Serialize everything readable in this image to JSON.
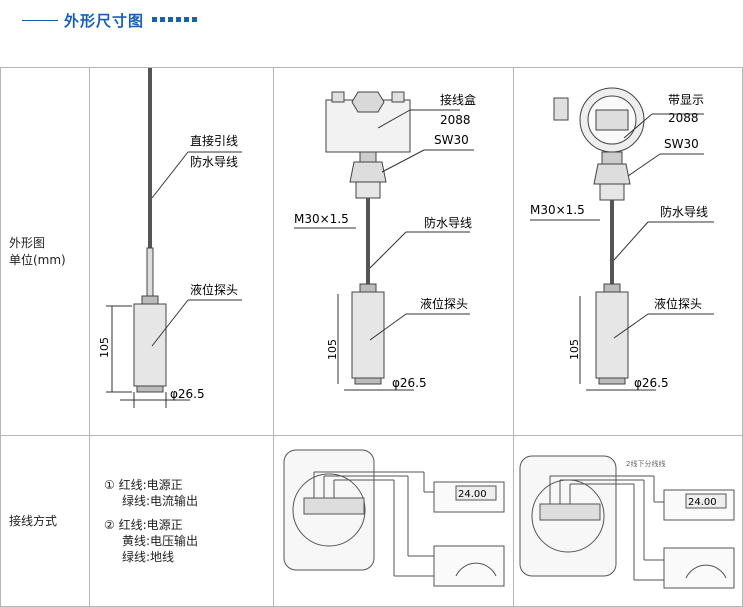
{
  "header": {
    "title": "外形尺寸图"
  },
  "rows": {
    "dimensions": {
      "label_line1": "外形图",
      "label_line2": "单位(mm)"
    },
    "wiring": {
      "label": "接线方式"
    }
  },
  "drawing1": {
    "cable_label_1": "直接引线",
    "cable_label_2": "防水导线",
    "probe_label": "液位探头",
    "length": "105",
    "diameter": "φ26.5"
  },
  "drawing2": {
    "box_label_1": "接线盒",
    "box_label_2": "2088",
    "hex_label": "SW30",
    "thread_label": "M30×1.5",
    "cable_label": "防水导线",
    "probe_label": "液位探头",
    "length": "105",
    "diameter": "φ26.5"
  },
  "drawing3": {
    "box_label_1": "带显示",
    "box_label_2": "2088",
    "hex_label": "SW30",
    "thread_label": "M30×1.5",
    "cable_label": "防水导线",
    "probe_label": "液位探头",
    "length": "105",
    "diameter": "φ26.5"
  },
  "wiring_notes": {
    "opt1_num": "①",
    "opt1_line1": "红线:电源正",
    "opt1_line2": "绿线:电流输出",
    "opt2_num": "②",
    "opt2_line1": "红线:电源正",
    "opt2_line2": "黄线:电压输出",
    "opt2_line3": "绿线:地线"
  },
  "wiring_diagram_1": {
    "display_reading": "24.00"
  },
  "wiring_diagram_2": {
    "top_note": "2线下分线线",
    "display_reading": "24.00"
  },
  "colors": {
    "accent": "#1a5fb4",
    "border": "#b5b5b5"
  }
}
